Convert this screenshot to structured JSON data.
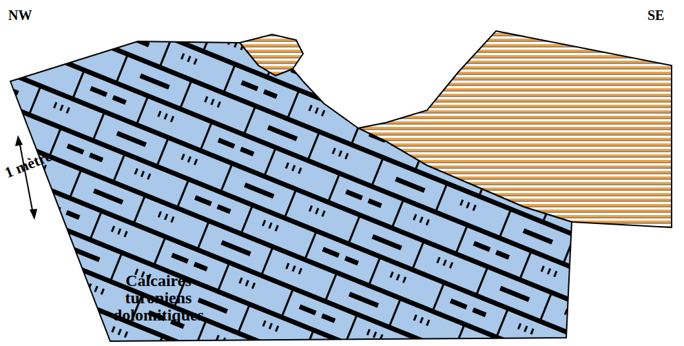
{
  "diagram": {
    "labels": [
      "NW",
      "SE",
      "1 mètre",
      "Calcaires turoniens dolomitiques"
    ]
  }
}
